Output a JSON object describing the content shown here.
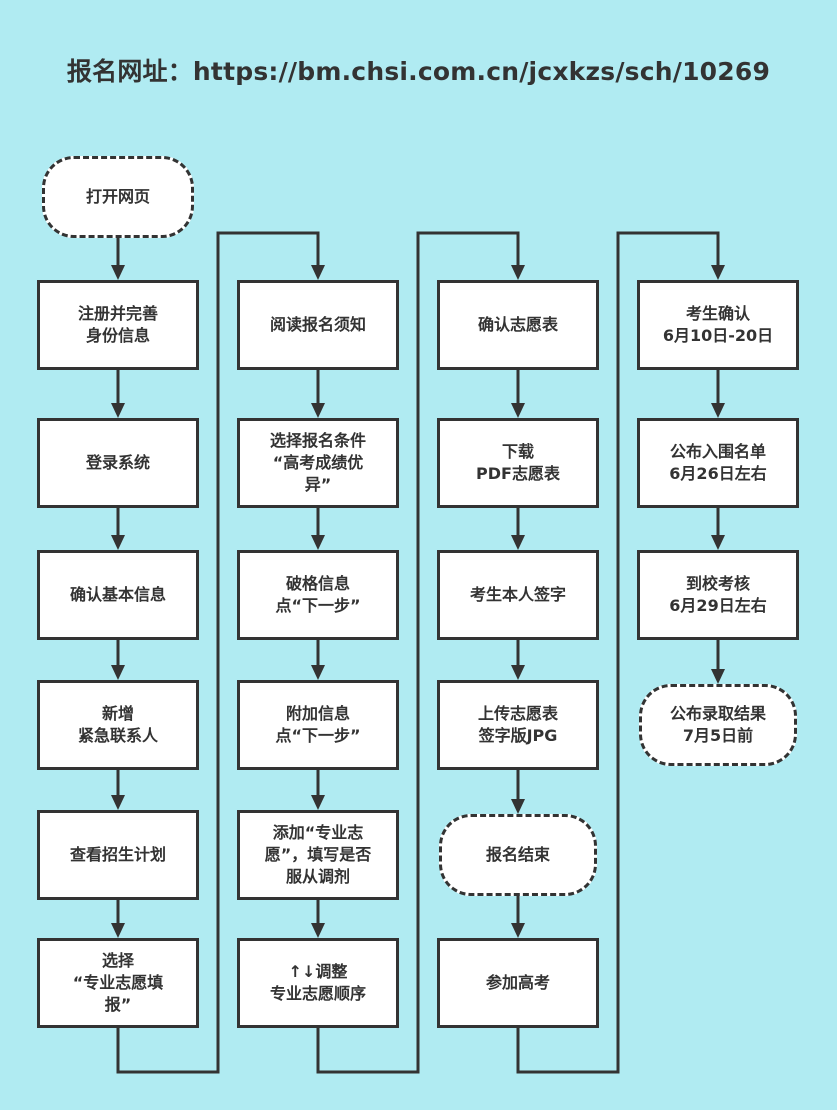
{
  "title": "报名网址：https://bm.chsi.com.cn/jcxkzs/sch/10269",
  "colors": {
    "background": "#b0ebf2",
    "stroke": "#333333",
    "box_fill": "#ffffff"
  },
  "columns": [
    {
      "start": "打开网页",
      "steps": [
        "注册并完善\n身份信息",
        "登录系统",
        "确认基本信息",
        "新增\n紧急联系人",
        "查看招生计划",
        "选择\n“专业志愿填\n报”"
      ]
    },
    {
      "steps": [
        "阅读报名须知",
        "选择报名条件\n“高考成绩优\n异”",
        "破格信息\n点“下一步”",
        "附加信息\n点“下一步”",
        "添加“专业志\n愿”，填写是否\n服从调剂",
        "↑↓调整\n专业志愿顺序"
      ]
    },
    {
      "steps": [
        "确认志愿表",
        "下载\nPDF志愿表",
        "考生本人签字",
        "上传志愿表\n签字版JPG"
      ],
      "end": "报名结束",
      "after": "参加高考"
    },
    {
      "steps": [
        "考生确认\n6月10日-20日",
        "公布入围名单\n6月26日左右",
        "到校考核\n6月29日左右"
      ],
      "end": "公布录取结果\n7月5日前"
    }
  ]
}
